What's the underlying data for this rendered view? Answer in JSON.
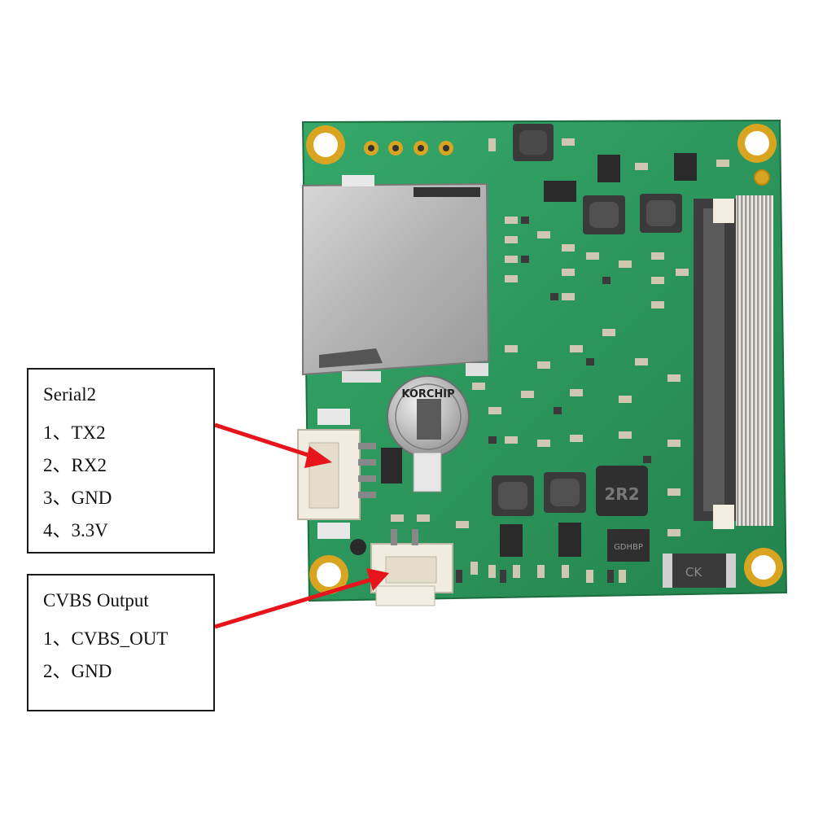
{
  "serial": {
    "title": "Serial2",
    "pins": [
      "1、TX2",
      "2、RX2",
      "3、GND",
      "4、3.3V"
    ]
  },
  "cvbs": {
    "title": "CVBS Output",
    "pins": [
      "1、CVBS_OUT",
      "2、GND"
    ]
  },
  "board": {
    "battery_label": "KORCHIP",
    "inductor_label_1": "2R2",
    "diode_label": "CK",
    "ic_label": "GDHBP"
  },
  "colors": {
    "pcb": "#2e9a5e",
    "arrow": "#e8141b",
    "gold": "#d9a520",
    "connector": "#f1ece0"
  }
}
